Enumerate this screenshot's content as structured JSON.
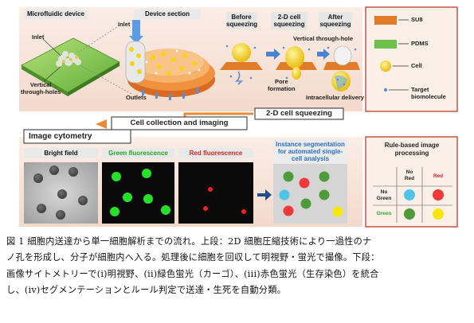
{
  "top_panel": {
    "microfluidic_device_title": "Microfluidic device",
    "device_section_title": "Device section",
    "inlet": "Inlet",
    "inlet_section": "Inlet",
    "vertical_through_holes": [
      "Vertical",
      "through-holes"
    ],
    "outlets": "Outlets",
    "before_squeezing": [
      "Before",
      "squeezing"
    ],
    "cell_2d_squeezing_step": [
      "2-D cell",
      "squeezing"
    ],
    "after_squeezing": [
      "After",
      "squeezing"
    ],
    "vertical_through_hole": "Vertical through-hole",
    "pore_formation": [
      "Pore",
      "formation"
    ],
    "intracellular_delivery": "Intracellular delivery",
    "cell_2d_squeezing_label": "2-D cell squeezing"
  },
  "legend": {
    "su8": "SU8",
    "pdms": "PDMS",
    "cell": "Cell",
    "target_biomolecule": [
      "Target",
      "biomolecule"
    ],
    "colors": {
      "su8": "#e07b2a",
      "pdms": "#6cc04a",
      "cell": "#f2d41a",
      "biomolecule": "#5b8fcf"
    }
  },
  "middle": {
    "cell_collection_label": "Cell collection and imaging"
  },
  "bottom_panel": {
    "image_cytometry_title": "Image cytometry",
    "bright_field": "Bright field",
    "green_fluorescence": "Green fluorescence",
    "red_fluorescence": "Red fluorescence",
    "instance_segmentation": [
      "Instance segmentation",
      "for automated single-",
      "cell analysis"
    ]
  },
  "rule_based": {
    "title": [
      "Rule-based image",
      "processing"
    ],
    "no_red": [
      "No",
      "Red"
    ],
    "red": "Red",
    "no_green": [
      "No",
      "Green"
    ],
    "green": "Green",
    "cells": [
      [
        "#4fc3e8",
        "#f03a3a"
      ],
      [
        "#4f9a3a",
        "#f5e60e"
      ]
    ]
  },
  "caption": {
    "lines": [
      "図 1 細胞内送達から単一細胞解析までの流れ。上段：2D 細胞圧縮技術により一過性のナ",
      "ノ孔を形成し、分子が細胞内へ入る。処理後に細胞を回収して明視野・蛍光で撮像。下段：",
      "画像サイトメトリーで(i)明視野、(ii)緑色蛍光（カーゴ）、(iii)赤色蛍光（生存染色）を統合",
      "し、(iv)セグメンテーションとルール判定で送達・生死を自動分類。"
    ]
  }
}
